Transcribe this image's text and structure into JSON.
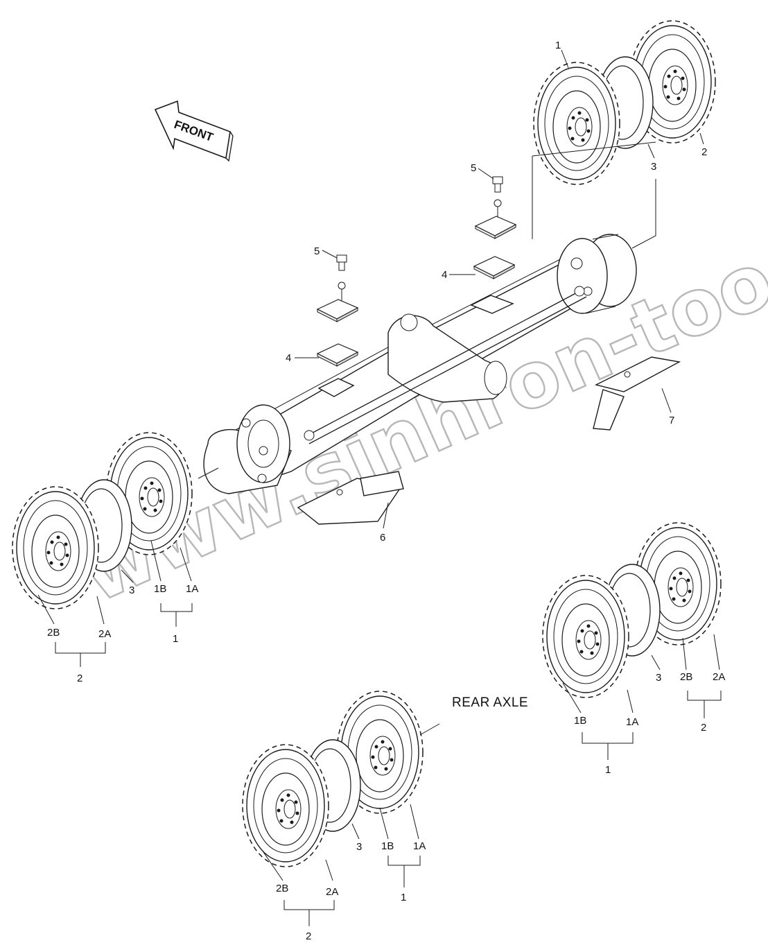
{
  "diagram": {
    "front_arrow_label": "FRONT",
    "section_label": "REAR AXLE",
    "watermark": "www.sinhron-too.kz",
    "front_axle": {
      "left_group": {
        "item_3": "3",
        "item_1b": "1B",
        "item_1a": "1A",
        "item_1": "1",
        "item_2b": "2B",
        "item_2a": "2A",
        "item_2": "2"
      },
      "right_group": {
        "item_1": "1",
        "item_2": "2",
        "item_3": "3"
      },
      "pads_and_bolts": {
        "bolt_upper": "5",
        "bolt_lower": "5",
        "pad_upper": "4",
        "pad_lower": "4"
      },
      "bracket_6": "6",
      "bracket_7": "7"
    },
    "rear_axle": {
      "left_group": {
        "item_3": "3",
        "item_1b": "1B",
        "item_1a": "1A",
        "item_1": "1",
        "item_2b": "2B",
        "item_2a": "2A",
        "item_2": "2"
      },
      "right_group": {
        "item_3": "3",
        "item_2b": "2B",
        "item_2a": "2A",
        "item_2": "2",
        "item_1b": "1B",
        "item_1a": "1A",
        "item_1": "1"
      }
    }
  }
}
